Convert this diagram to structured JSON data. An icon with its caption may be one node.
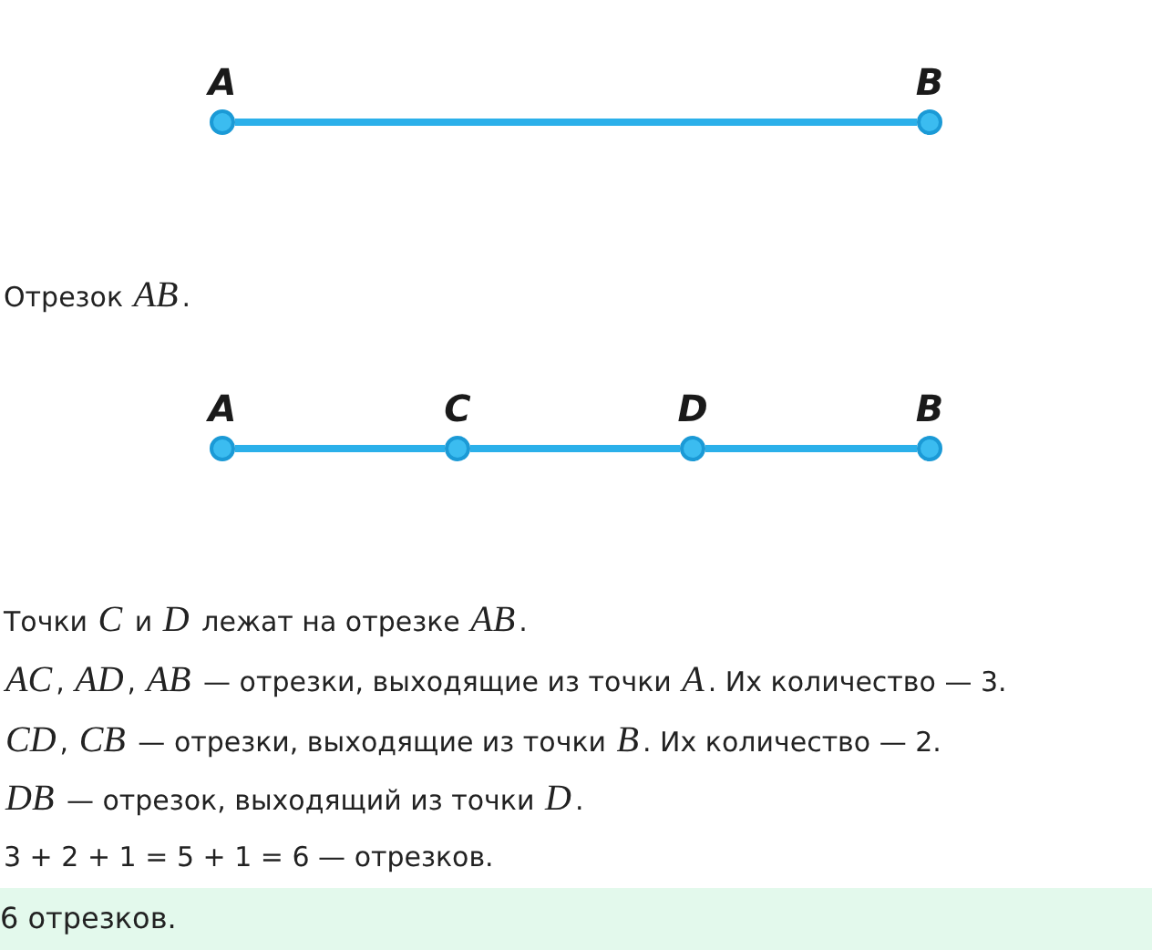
{
  "diagram": {
    "nodes": [
      {
        "text": [
          "A"
        ]
      },
      {
        "text": [
          "B"
        ]
      },
      {
        "text": [
          "A"
        ]
      },
      {
        "text": [
          "C"
        ]
      },
      {
        "text": [
          "D"
        ]
      },
      {
        "text": [
          "B"
        ]
      },
      {
        "text": [
          "6 отрезков."
        ]
      }
    ],
    "edges": [
      {
        "from": 0,
        "to": 1,
        "arrow": "none"
      },
      {
        "from": 2,
        "to": 3,
        "arrow": "none"
      },
      {
        "from": 3,
        "to": 4,
        "arrow": "none"
      },
      {
        "from": 4,
        "to": 5,
        "arrow": "none"
      }
    ],
    "labels": [
      "Отрезок *AB*.",
      "Точки *C* и *D* лежат на отрезке *AB*.",
      "*AC*, *AD*, *AB* — отрезки, выходящие из точки *A*. Их количество — 3.",
      "*CD*, *CB* — отрезки, выходящие из точки *B*. Их количество — 2.",
      "*DB* — отрезок, выходящий из точки *D*.",
      "3 + 2 + 1 = 5 + 1 = 6 — отрезков."
    ]
  }
}
